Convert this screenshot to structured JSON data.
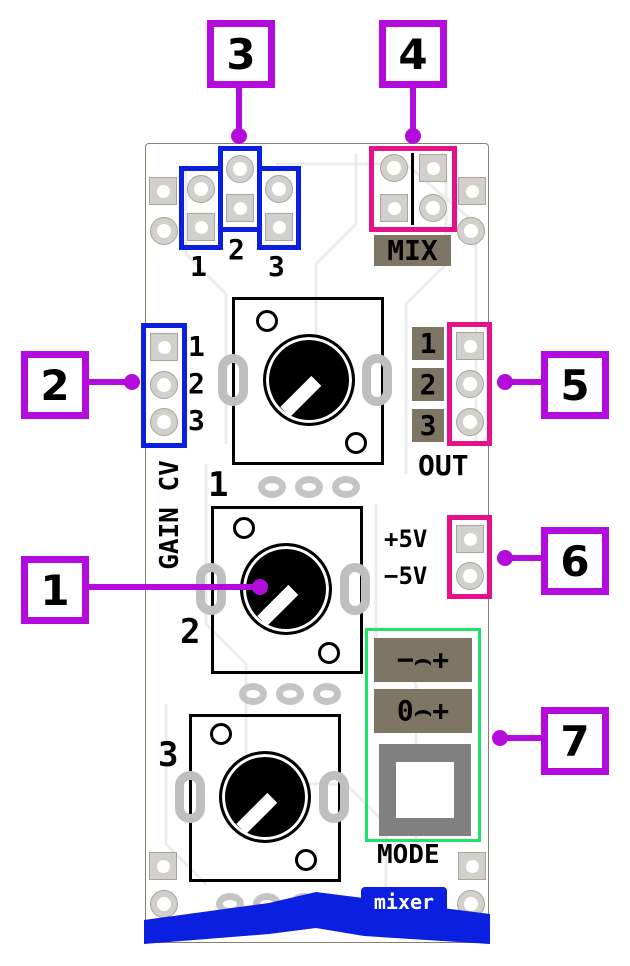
{
  "title": "mixer module annotated PCB diagram",
  "callouts": [
    {
      "number": "1",
      "target": "gain pots"
    },
    {
      "number": "2",
      "target": "gain CV header"
    },
    {
      "number": "3",
      "target": "input headers"
    },
    {
      "number": "4",
      "target": "mix jumper"
    },
    {
      "number": "5",
      "target": "output header"
    },
    {
      "number": "6",
      "target": "power header"
    },
    {
      "number": "7",
      "target": "mode switch"
    }
  ],
  "board": {
    "name_tag": "mixer",
    "mix_label": "MIX",
    "out_label": "OUT",
    "out_numbers": [
      "1",
      "2",
      "3"
    ],
    "gain_cv_label": "GAIN CV",
    "gain_cv_numbers": [
      "1",
      "2",
      "3"
    ],
    "input_numbers": [
      "1",
      "2",
      "3"
    ],
    "pot_numbers": [
      "1",
      "2",
      "3"
    ],
    "power_labels": [
      "+5V",
      "−5V"
    ],
    "mode_label": "MODE",
    "mode_options": [
      "−⌢+",
      "0⌢+"
    ]
  },
  "colors": {
    "callout": "#b40bdd",
    "blue_highlight": "#0a1fe0",
    "pink_highlight": "#e5108a",
    "green_highlight": "#1ee36b",
    "silkscreen_tag": "#7d7664",
    "bottom_band": "#0a1fe0"
  }
}
